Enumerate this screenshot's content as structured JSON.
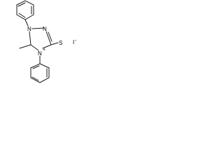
{
  "molecule": {
    "atoms": {
      "n1": "N",
      "n2": "N",
      "n4": "N",
      "sulfur": "S",
      "iodine": "I"
    },
    "charges": {
      "n4": "+",
      "iodine": "-"
    }
  }
}
